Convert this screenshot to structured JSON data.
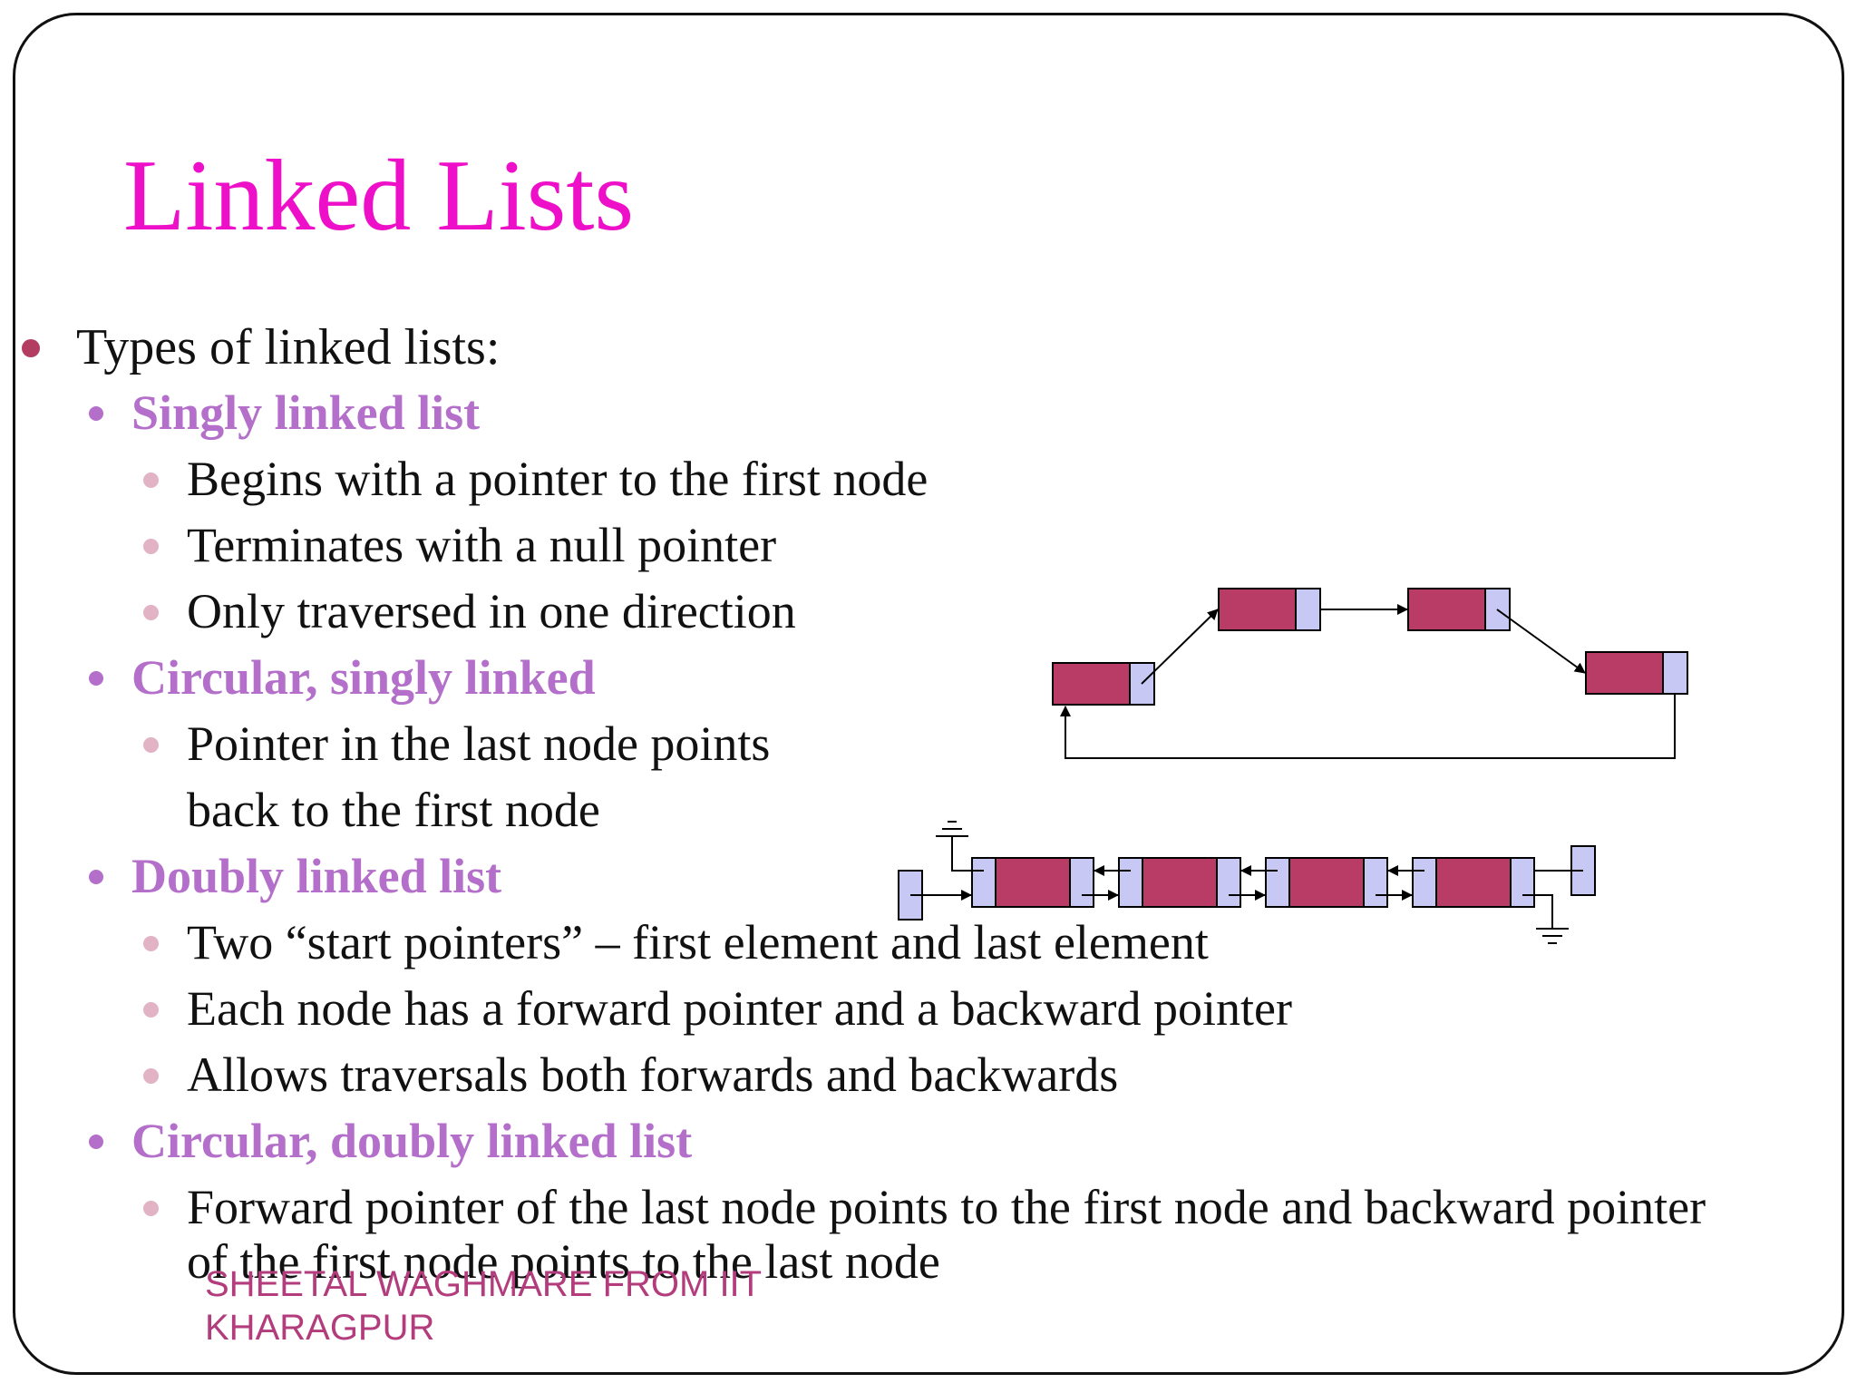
{
  "title": "Linked Lists",
  "bullets": {
    "intro": "Types of linked lists:",
    "singly": {
      "heading": "Singly linked list",
      "items": [
        "Begins with a pointer to the first node",
        "Terminates with a null pointer",
        "Only traversed in one direction"
      ]
    },
    "circular_singly": {
      "heading": "Circular, singly linked",
      "items": [
        "Pointer in the last node points",
        "back to the first node"
      ]
    },
    "doubly": {
      "heading": "Doubly linked list",
      "items": [
        "Two “start pointers” – first element and last element",
        "Each node has a forward pointer and a backward pointer",
        "Allows traversals both forwards and backwards"
      ]
    },
    "circular_doubly": {
      "heading": "Circular, doubly linked list",
      "items": [
        "Forward pointer of the last node points to the first node and backward pointer",
        "of the first node points to the last node"
      ]
    }
  },
  "footer": "SHEETAL WAGHMARE    FROM IIT KHARAGPUR",
  "colors": {
    "title": "#ee10c8",
    "subheading": "#b36fc9",
    "node_data": "#b93c66",
    "node_pointer": "#c8c8f5",
    "footer": "#b33c7c"
  }
}
